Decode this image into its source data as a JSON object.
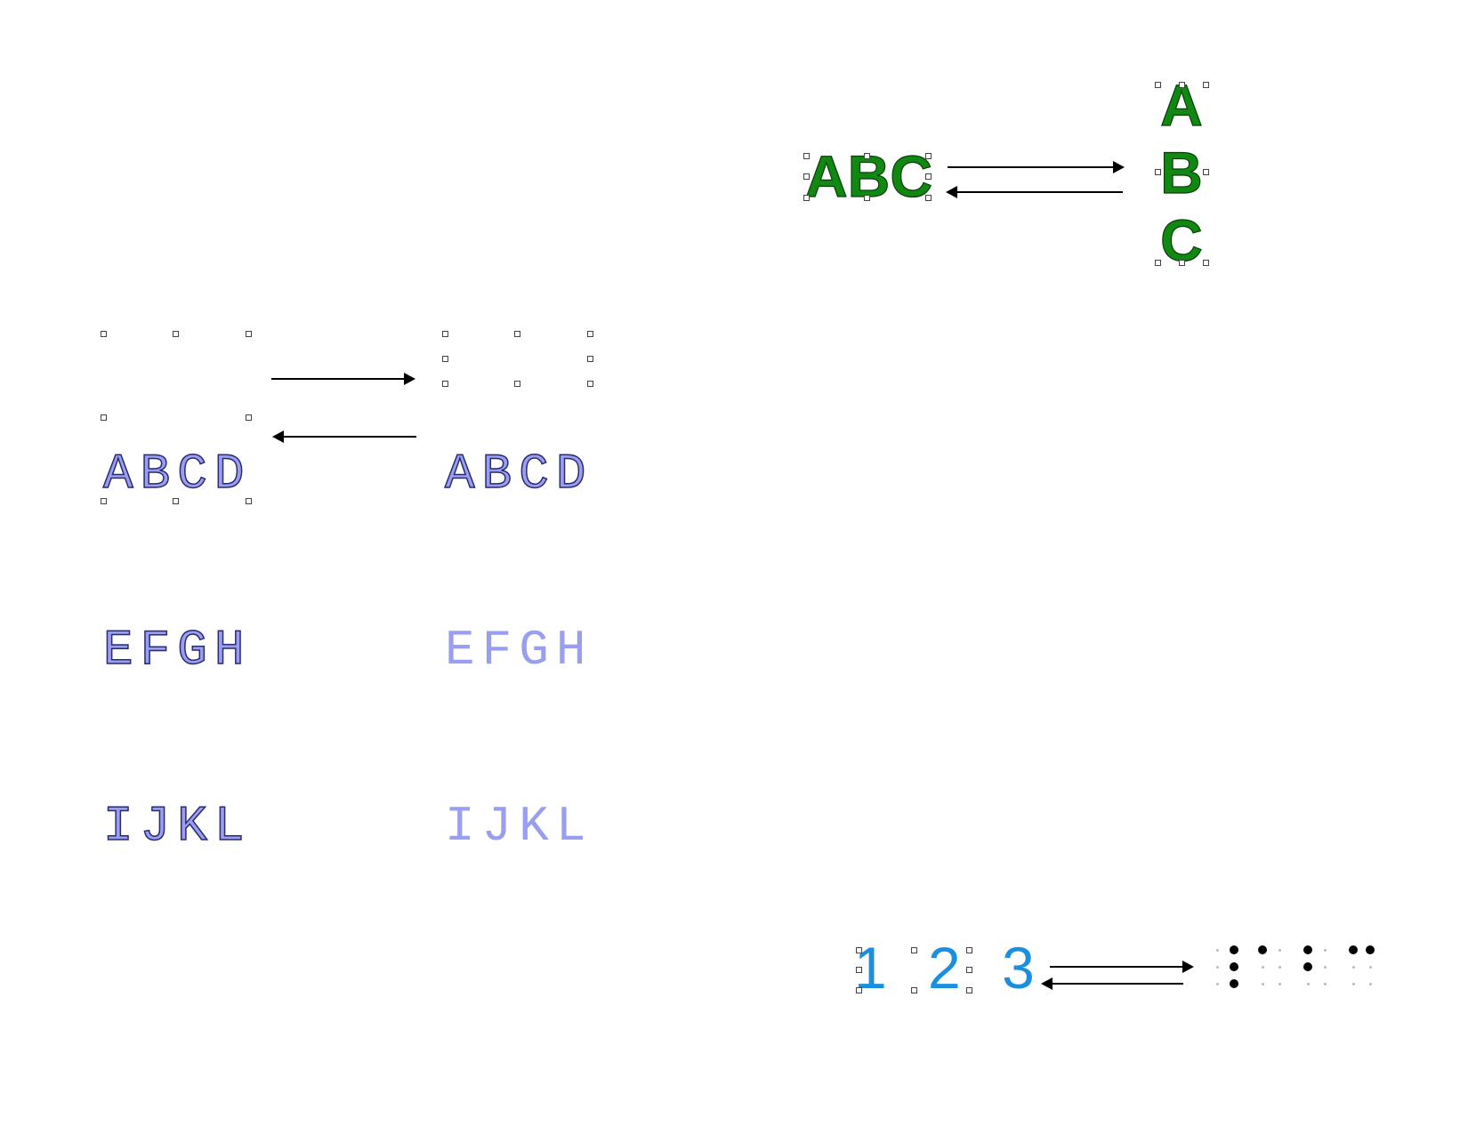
{
  "left_diagram": {
    "source_lines": [
      "ABCD",
      "EFGH",
      "IJKL"
    ],
    "target_lines": [
      "ABCD",
      "EFGH",
      "IJKL"
    ],
    "text_color": "#9a9ef0"
  },
  "green_diagram": {
    "horizontal_text": "ABC",
    "vertical_letters": [
      "A",
      "B",
      "C"
    ],
    "text_color": "#118811"
  },
  "braille_diagram": {
    "digits": "1 2 3",
    "text_color": "#1a8fe0",
    "braille_cells": [
      [
        0,
        0,
        0,
        1,
        1,
        1
      ],
      [
        1,
        0,
        0,
        0,
        0,
        0
      ],
      [
        1,
        1,
        0,
        0,
        0,
        0
      ],
      [
        1,
        0,
        0,
        1,
        0,
        0
      ]
    ]
  }
}
